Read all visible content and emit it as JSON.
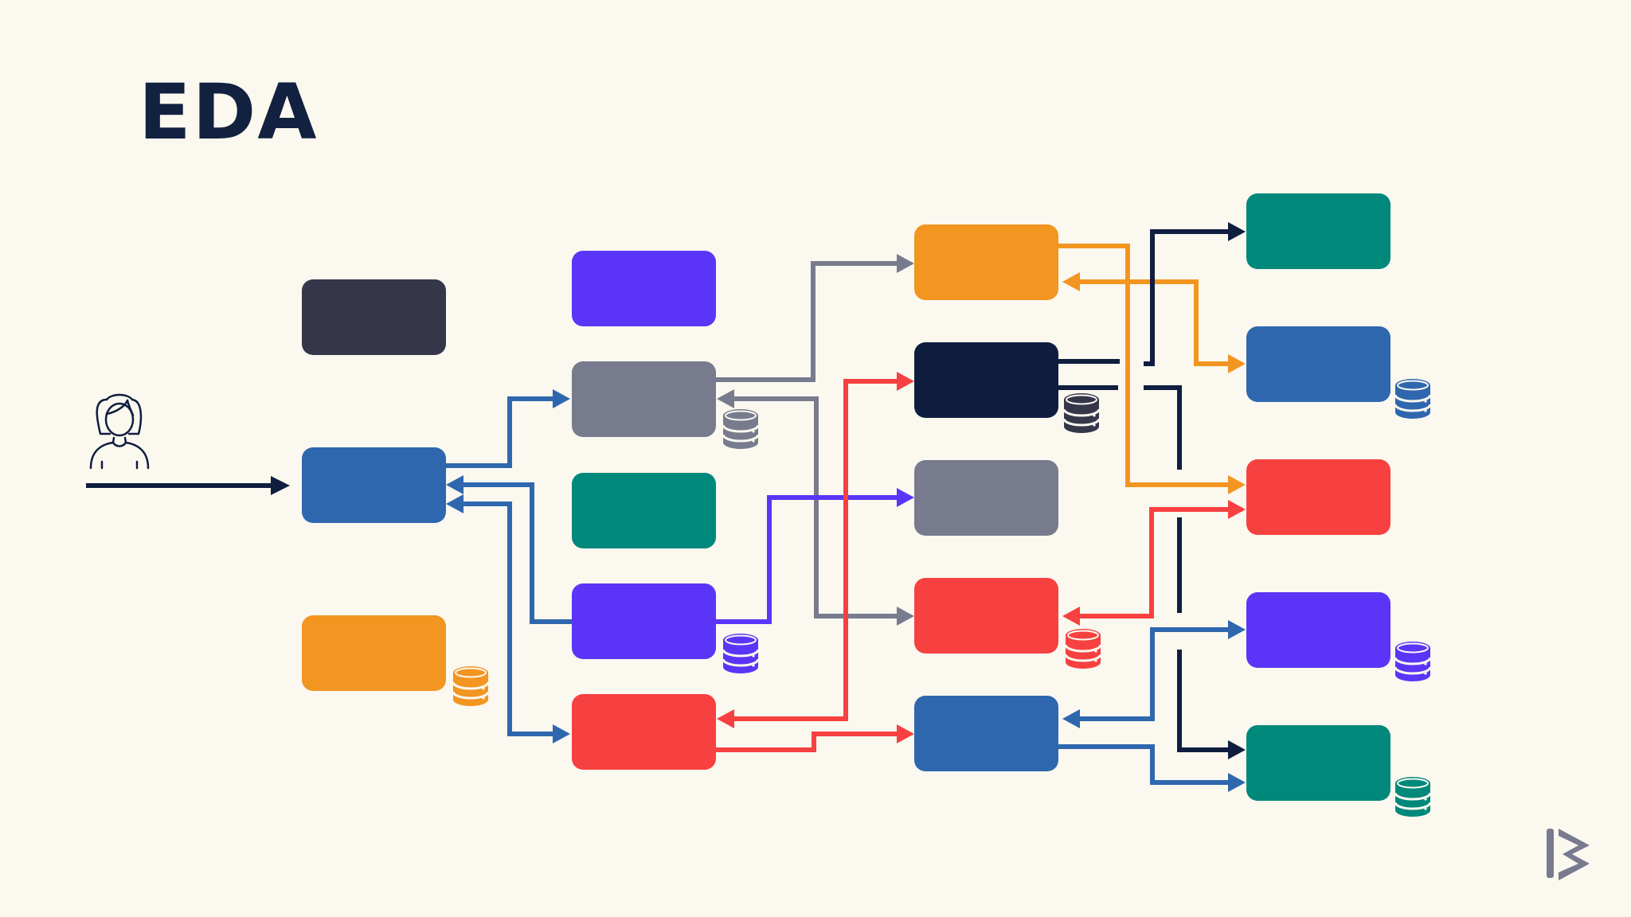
{
  "title": "EDA",
  "colors": {
    "background": "#FAF8EF",
    "navy": "#0F1E3F",
    "dark_slate": "#36364A",
    "purple": "#5B35F7",
    "gray": "#787B8E",
    "teal": "#00897B",
    "blue": "#2F67AF",
    "orange": "#F39521",
    "red": "#F74141"
  },
  "nodes": [
    {
      "id": "dark-slate-box",
      "color": "dark_slate"
    },
    {
      "id": "entry-blue-box",
      "color": "blue"
    },
    {
      "id": "orange-box-left",
      "color": "orange",
      "database": true
    },
    {
      "id": "purple-box-top",
      "color": "purple"
    },
    {
      "id": "gray-box",
      "color": "gray",
      "database": true
    },
    {
      "id": "teal-box-middle",
      "color": "teal"
    },
    {
      "id": "purple-box-middle",
      "color": "purple",
      "database": true
    },
    {
      "id": "red-box-middle",
      "color": "red"
    },
    {
      "id": "orange-box-right",
      "color": "orange"
    },
    {
      "id": "navy-box",
      "color": "navy",
      "database": true
    },
    {
      "id": "gray-box-right",
      "color": "gray"
    },
    {
      "id": "red-box-right",
      "color": "red",
      "database": true
    },
    {
      "id": "blue-box-right",
      "color": "blue"
    },
    {
      "id": "teal-box-top-right",
      "color": "teal"
    },
    {
      "id": "blue-box-top-right",
      "color": "blue",
      "database": true
    },
    {
      "id": "red-box-far-right",
      "color": "red"
    },
    {
      "id": "purple-box-far-right",
      "color": "purple",
      "database": true
    },
    {
      "id": "teal-box-bottom-right",
      "color": "teal",
      "database": true
    }
  ],
  "icons": {
    "user": "user-icon",
    "database": "database-icon",
    "logo": "brand-logo"
  }
}
